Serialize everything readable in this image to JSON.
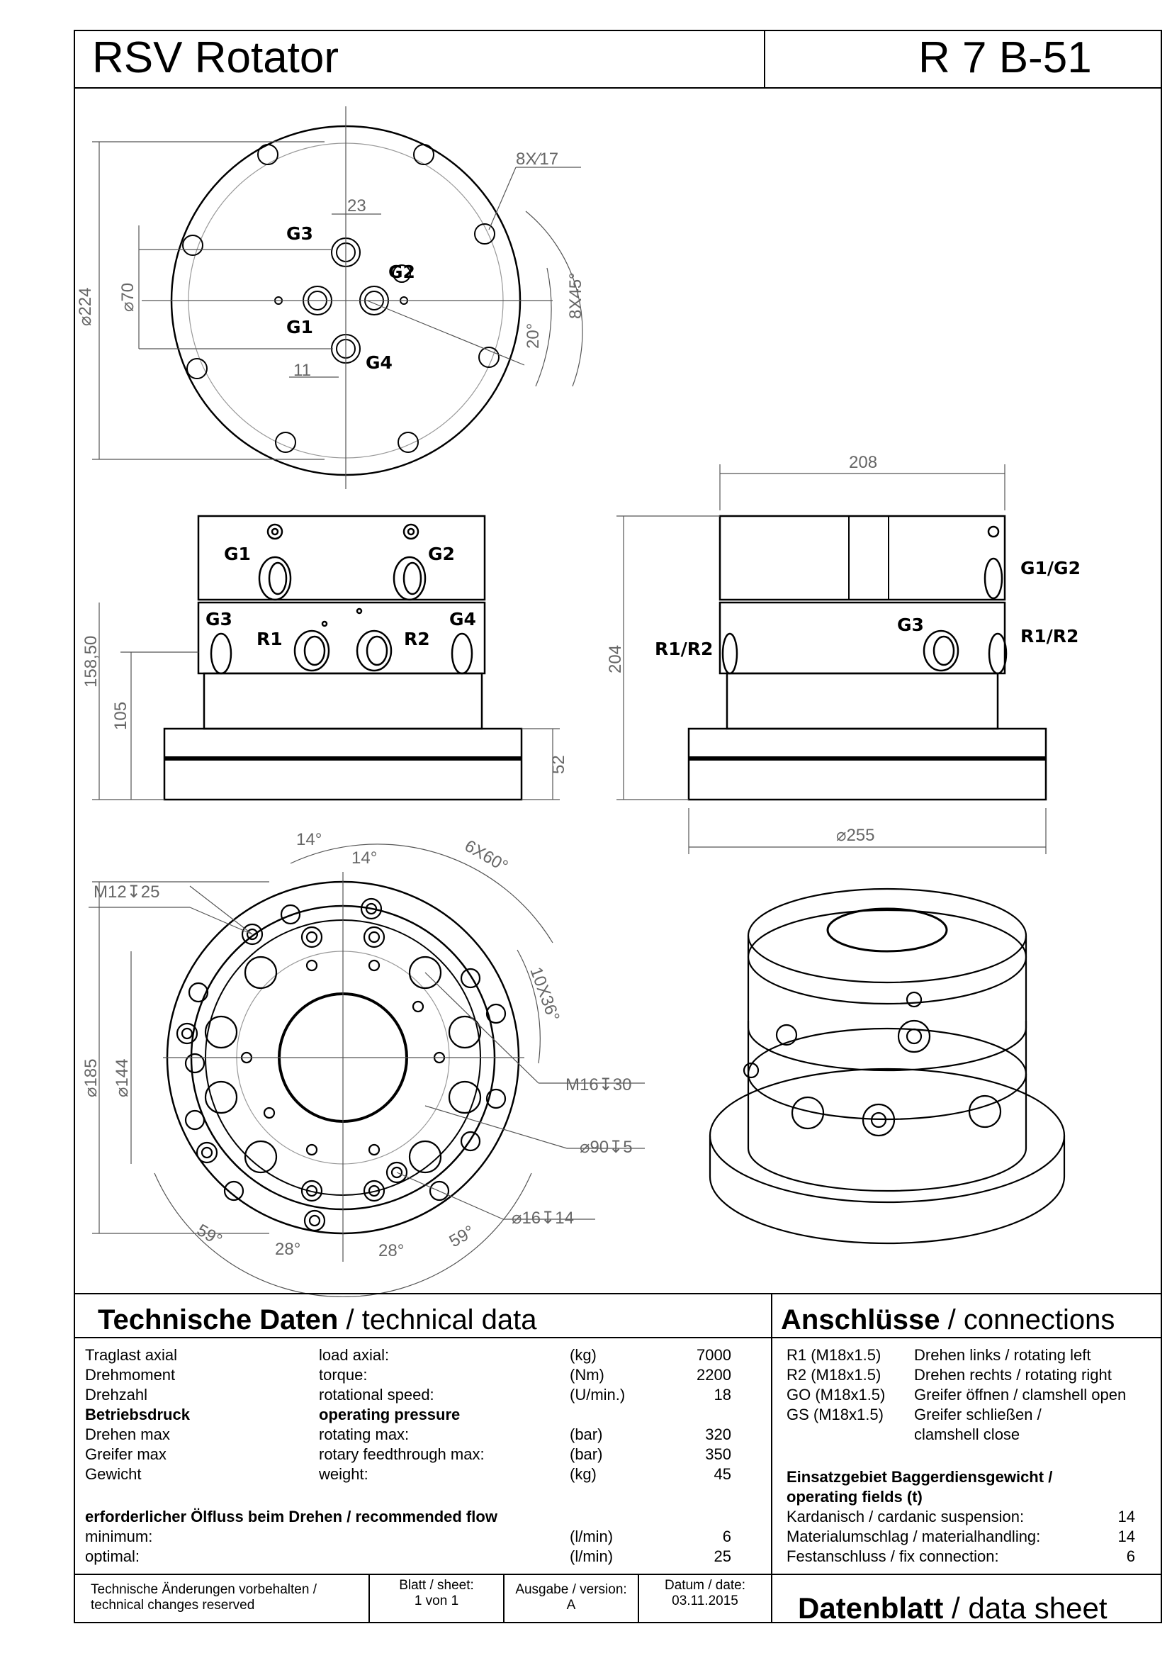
{
  "header": {
    "title": "RSV Rotator",
    "code": "R 7 B-51"
  },
  "dims": {
    "top": {
      "holes": "8X∕17",
      "d224": "⌀224",
      "d70": "⌀70",
      "d23": "23",
      "d11": "11",
      "a20": "20°",
      "a8x45": "8X45°"
    },
    "front": {
      "d158": "158,50",
      "d105": "105",
      "d52": "52"
    },
    "side": {
      "w208": "208",
      "h204": "204",
      "d255": "⌀255"
    },
    "bottom": {
      "a14a": "14°",
      "a14b": "14°",
      "a6x60": "6X60°",
      "m12": "M12↧25",
      "a10x36": "10X36°",
      "d185": "⌀185",
      "d144": "⌀144",
      "m16": "M16↧30",
      "d90": "⌀90↧5",
      "d16": "⌀16↧14",
      "a59a": "59°",
      "a28a": "28°",
      "a28b": "28°",
      "a59b": "59°"
    }
  },
  "ports": {
    "g1": "G1",
    "g2": "G2",
    "g3": "G3",
    "g4": "G4",
    "r1": "R1",
    "r2": "R2",
    "g1g2": "G1/G2",
    "r1r2": "R1/R2"
  },
  "tech": {
    "head_bold": "Technische Daten",
    "head_rest": " / technical data",
    "rows": [
      {
        "de": "Traglast axial",
        "en": "load axial:",
        "unit": "(kg)",
        "val": "7000"
      },
      {
        "de": "Drehmoment",
        "en": "torque:",
        "unit": "(Nm)",
        "val": "2200"
      },
      {
        "de": "Drehzahl",
        "en": "rotational speed:",
        "unit": "(U/min.)",
        "val": "18"
      },
      {
        "de": "Betriebsdruck",
        "en": "operating pressure",
        "unit": "",
        "val": ""
      },
      {
        "de": "Drehen max",
        "en": "rotating max:",
        "unit": "(bar)",
        "val": "320"
      },
      {
        "de": "Greifer max",
        "en": "rotary feedthrough max:",
        "unit": "(bar)",
        "val": "350"
      },
      {
        "de": "Gewicht",
        "en": "weight:",
        "unit": "(kg)",
        "val": "45"
      }
    ],
    "flow_head": "erforderlicher Ölfluss beim Drehen / recommended flow",
    "flow": [
      {
        "de": "minimum:",
        "unit": "(l/min)",
        "val": "6"
      },
      {
        "de": "optimal:",
        "unit": "(l/min)",
        "val": "25"
      }
    ]
  },
  "conn": {
    "head_bold": "Anschlüsse",
    "head_rest": " / connections",
    "rows": [
      {
        "port": "R1  (M18x1.5)",
        "desc": "Drehen links / rotating left"
      },
      {
        "port": "R2  (M18x1.5)",
        "desc": "Drehen rechts / rotating right"
      },
      {
        "port": "GO (M18x1.5)",
        "desc": "Greifer öffnen / clamshell open"
      },
      {
        "port": "GS (M18x1.5)",
        "desc": "Greifer schließen /"
      },
      {
        "port": "",
        "desc": "clamshell close"
      }
    ],
    "fields_head1": "Einsatzgebiet Baggerdiensgewicht /",
    "fields_head2": "operating fields (t)",
    "fields": [
      {
        "label": "Kardanisch / cardanic suspension:",
        "val": "14"
      },
      {
        "label": "Materialumschlag / materialhandling:",
        "val": "14"
      },
      {
        "label": "Festanschluss / fix connection:",
        "val": "6"
      }
    ]
  },
  "footer": {
    "changes1": "Technische Änderungen vorbehalten /",
    "changes2": "technical changes reserved",
    "sheet_label": "Blatt / sheet:",
    "sheet_val": "1 von 1",
    "version_label": "Ausgabe / version:",
    "version_val": "A",
    "date_label": "Datum / date:",
    "date_val": "03.11.2015",
    "ds_bold": "Datenblatt",
    "ds_rest": " / data sheet"
  }
}
